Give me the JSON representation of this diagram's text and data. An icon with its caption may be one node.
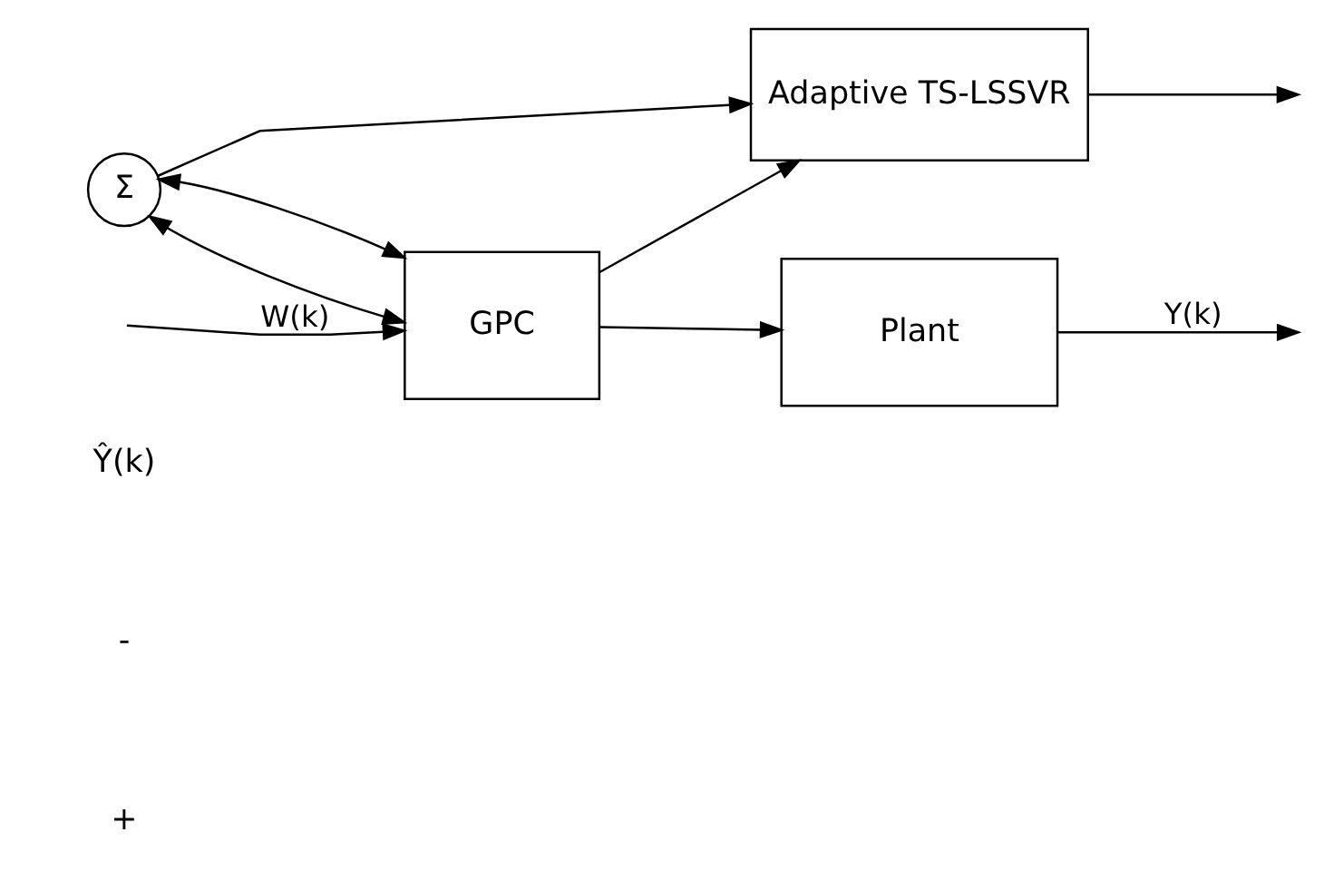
{
  "diagram": {
    "nodes": [
      {
        "text": [
          "Adaptive TS-LSSVR"
        ]
      },
      {
        "text": [
          "Σ"
        ]
      },
      {
        "text": [
          "GPC"
        ]
      },
      {
        "text": [
          "Plant"
        ]
      }
    ],
    "edges": [
      {
        "from": null,
        "to": 2,
        "arrow": "to",
        "label": "W(k)"
      },
      {
        "from": 2,
        "to": 3,
        "arrow": "to"
      },
      {
        "from": 2,
        "to": 0,
        "arrow": "to"
      },
      {
        "from": 0,
        "to": null,
        "arrow": "to"
      },
      {
        "from": 3,
        "to": null,
        "arrow": "to",
        "label": "Y(k)"
      },
      {
        "from": 1,
        "to": 2,
        "arrow": "both"
      },
      {
        "from": 1,
        "to": 2,
        "arrow": "both"
      },
      {
        "from": 1,
        "to": 0,
        "arrow": "to"
      }
    ],
    "labels": [
      "Ŷ(k)",
      "-",
      "+"
    ]
  }
}
